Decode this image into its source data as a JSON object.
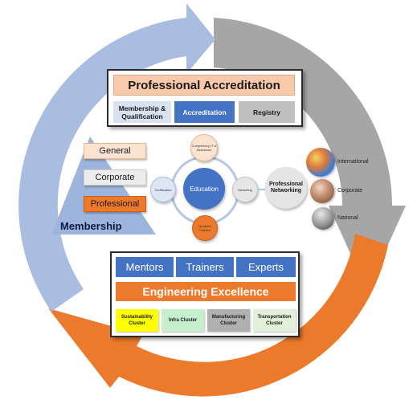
{
  "colors": {
    "blue_arc": "#9fb4da",
    "grey_arc": "#a6a6a6",
    "orange_arc": "#ec7a2c",
    "accent_blue": "#4472c4",
    "peach": "#f8c9ab",
    "yellow": "#ffff00"
  },
  "accreditation": {
    "title": "Professional Accreditation",
    "items": [
      "Membership & Qualification",
      "Accreditation",
      "Registry"
    ]
  },
  "membership": {
    "label": "Membership",
    "tiers": [
      "General",
      "Corporate",
      "Professional"
    ]
  },
  "education_hub": {
    "center": "Education",
    "top": "Competency IT & Assessors",
    "left": "Certification",
    "right": "Marketing",
    "bottom": "Qualified Trainers"
  },
  "networking": {
    "label": "Professional Networking",
    "levels": [
      "International",
      "Corporate",
      "National"
    ]
  },
  "excellence": {
    "roles": [
      "Mentors",
      "Trainers",
      "Experts"
    ],
    "title": "Engineering Excellence",
    "clusters": [
      "Sustainability Cluster",
      "Infra Cluster",
      "Manufacturing Cluster",
      "Transportation Cluster"
    ]
  }
}
